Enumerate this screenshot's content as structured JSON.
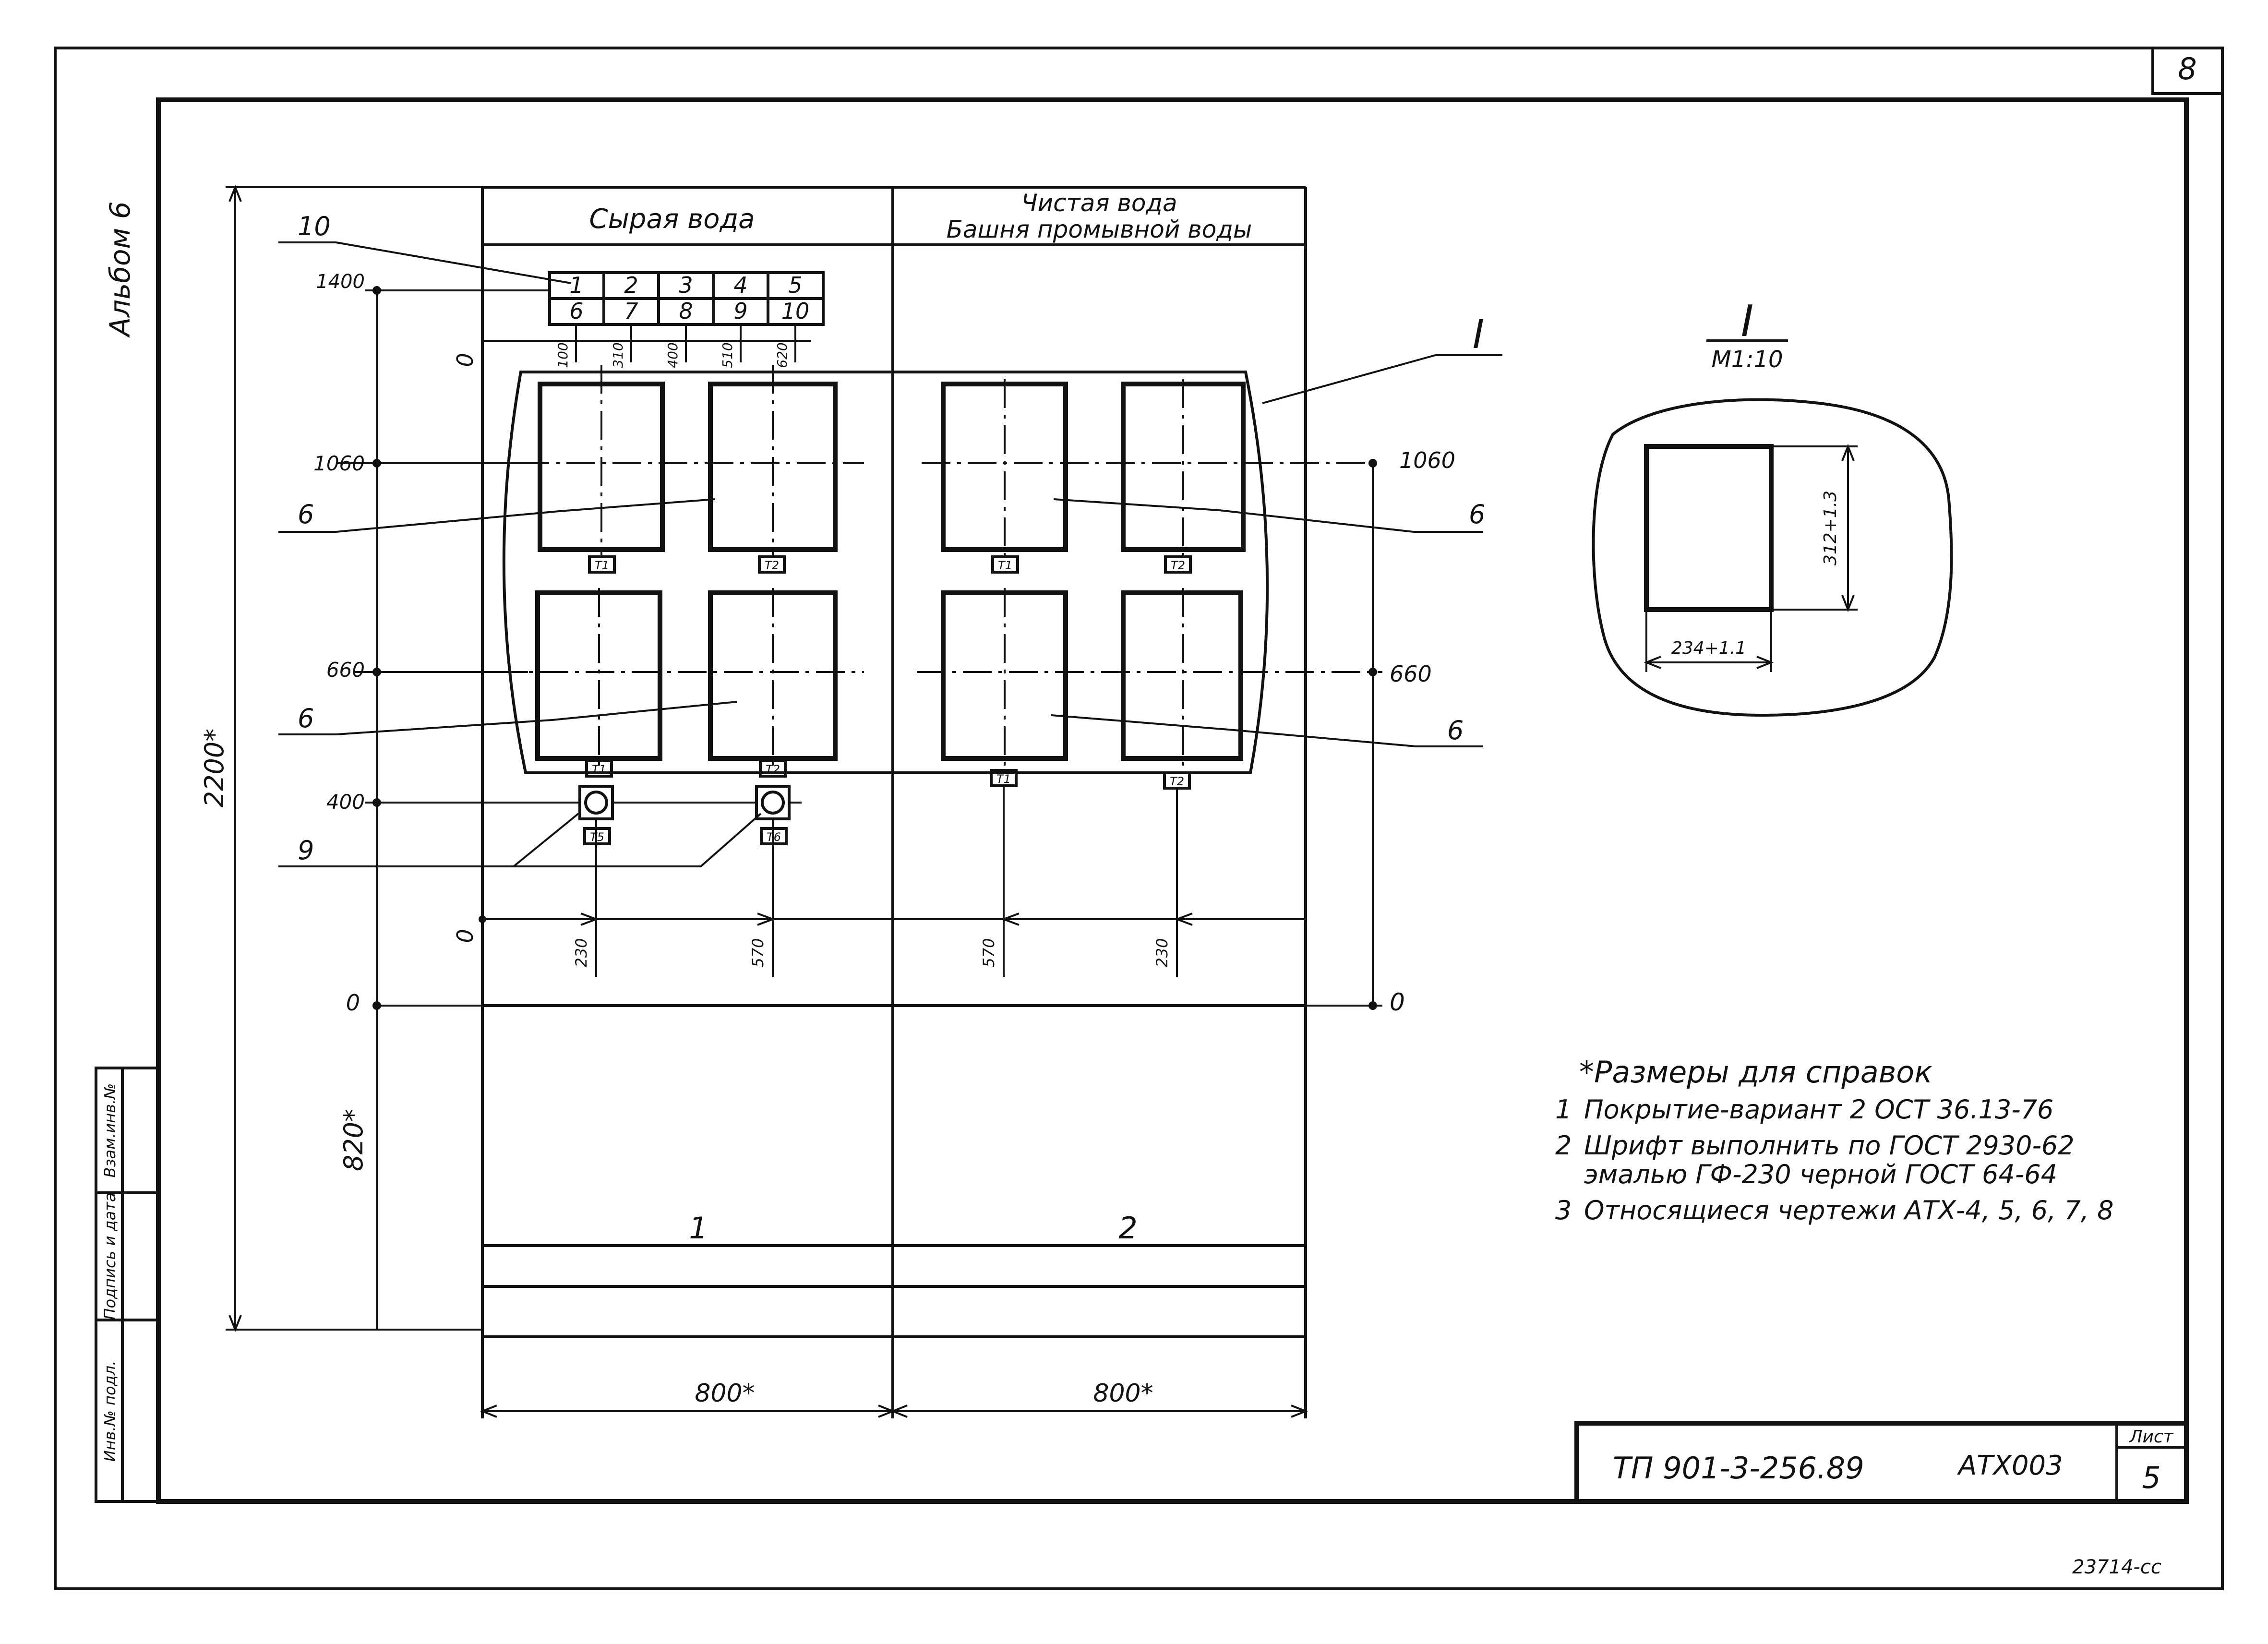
{
  "sheet": {
    "page_number": "8",
    "album_label": "Альбом 6",
    "bottom_code": "23714-сс"
  },
  "panel": {
    "header_left": "Сырая вода",
    "header_right_line1": "Чистая вода",
    "header_right_line2": "Башня промывной воды",
    "column_label_1": "1",
    "column_label_2": "2",
    "width_left": "800*",
    "width_right": "800*",
    "total_height": "2200*",
    "bottom_height": "820*"
  },
  "terminal_block": {
    "top_row": [
      "1",
      "2",
      "3",
      "4",
      "5"
    ],
    "bottom_row": [
      "6",
      "7",
      "8",
      "9",
      "10"
    ],
    "pitch_dims": [
      "100",
      "310",
      "400",
      "510",
      "620"
    ]
  },
  "elevations": {
    "e1400": "1400",
    "e1060_left": "1060",
    "e1060_right": "1060",
    "e660_left": "660",
    "e660_right": "660",
    "e400": "400",
    "zero_top": "0",
    "zero_mid": "0",
    "zero_bottom_left": "0",
    "zero_bottom_right": "0"
  },
  "horizontal_dims": {
    "left_a": "230",
    "left_b": "570",
    "right_a": "570",
    "right_b": "230"
  },
  "callouts": {
    "c10": "10",
    "c6_left_top": "6",
    "c6_left_bottom": "6",
    "c6_right_top": "6",
    "c6_right_bottom": "6",
    "c9": "9",
    "detail_ref": "I"
  },
  "plates": {
    "p1": "Т1",
    "p2": "Т2",
    "p3": "Т1",
    "p4": "Т2",
    "p5": "Т1",
    "p6": "Т2",
    "p7": "Т1",
    "p8": "Т2",
    "p9": "Т5",
    "p10": "Т6"
  },
  "detail": {
    "title": "I",
    "scale": "М1:10",
    "dim_height": "312+1.3",
    "dim_width": "234+1.1"
  },
  "notes": {
    "heading": "*Размеры для справок",
    "items": [
      {
        "num": "1",
        "text": "Покрытие-вариант 2 ОСТ 36.13-76"
      },
      {
        "num": "2",
        "text": "Шрифт выполнить по ГОСТ 2930-62"
      },
      {
        "num": "",
        "text": "эмалью ГФ-230 черной ГОСТ 64-64"
      },
      {
        "num": "3",
        "text": "Относящиеся чертежи АТХ-4, 5, 6, 7, 8"
      }
    ]
  },
  "title_block": {
    "doc_code": "ТП 901-3-256.89",
    "drawing_code": "АТХ003",
    "sheet_label": "Лист",
    "sheet_number": "5"
  },
  "side_stamp": {
    "cells": [
      "Инв.№ подл.",
      "Подпись и дата",
      "Взам.инв.№"
    ]
  }
}
